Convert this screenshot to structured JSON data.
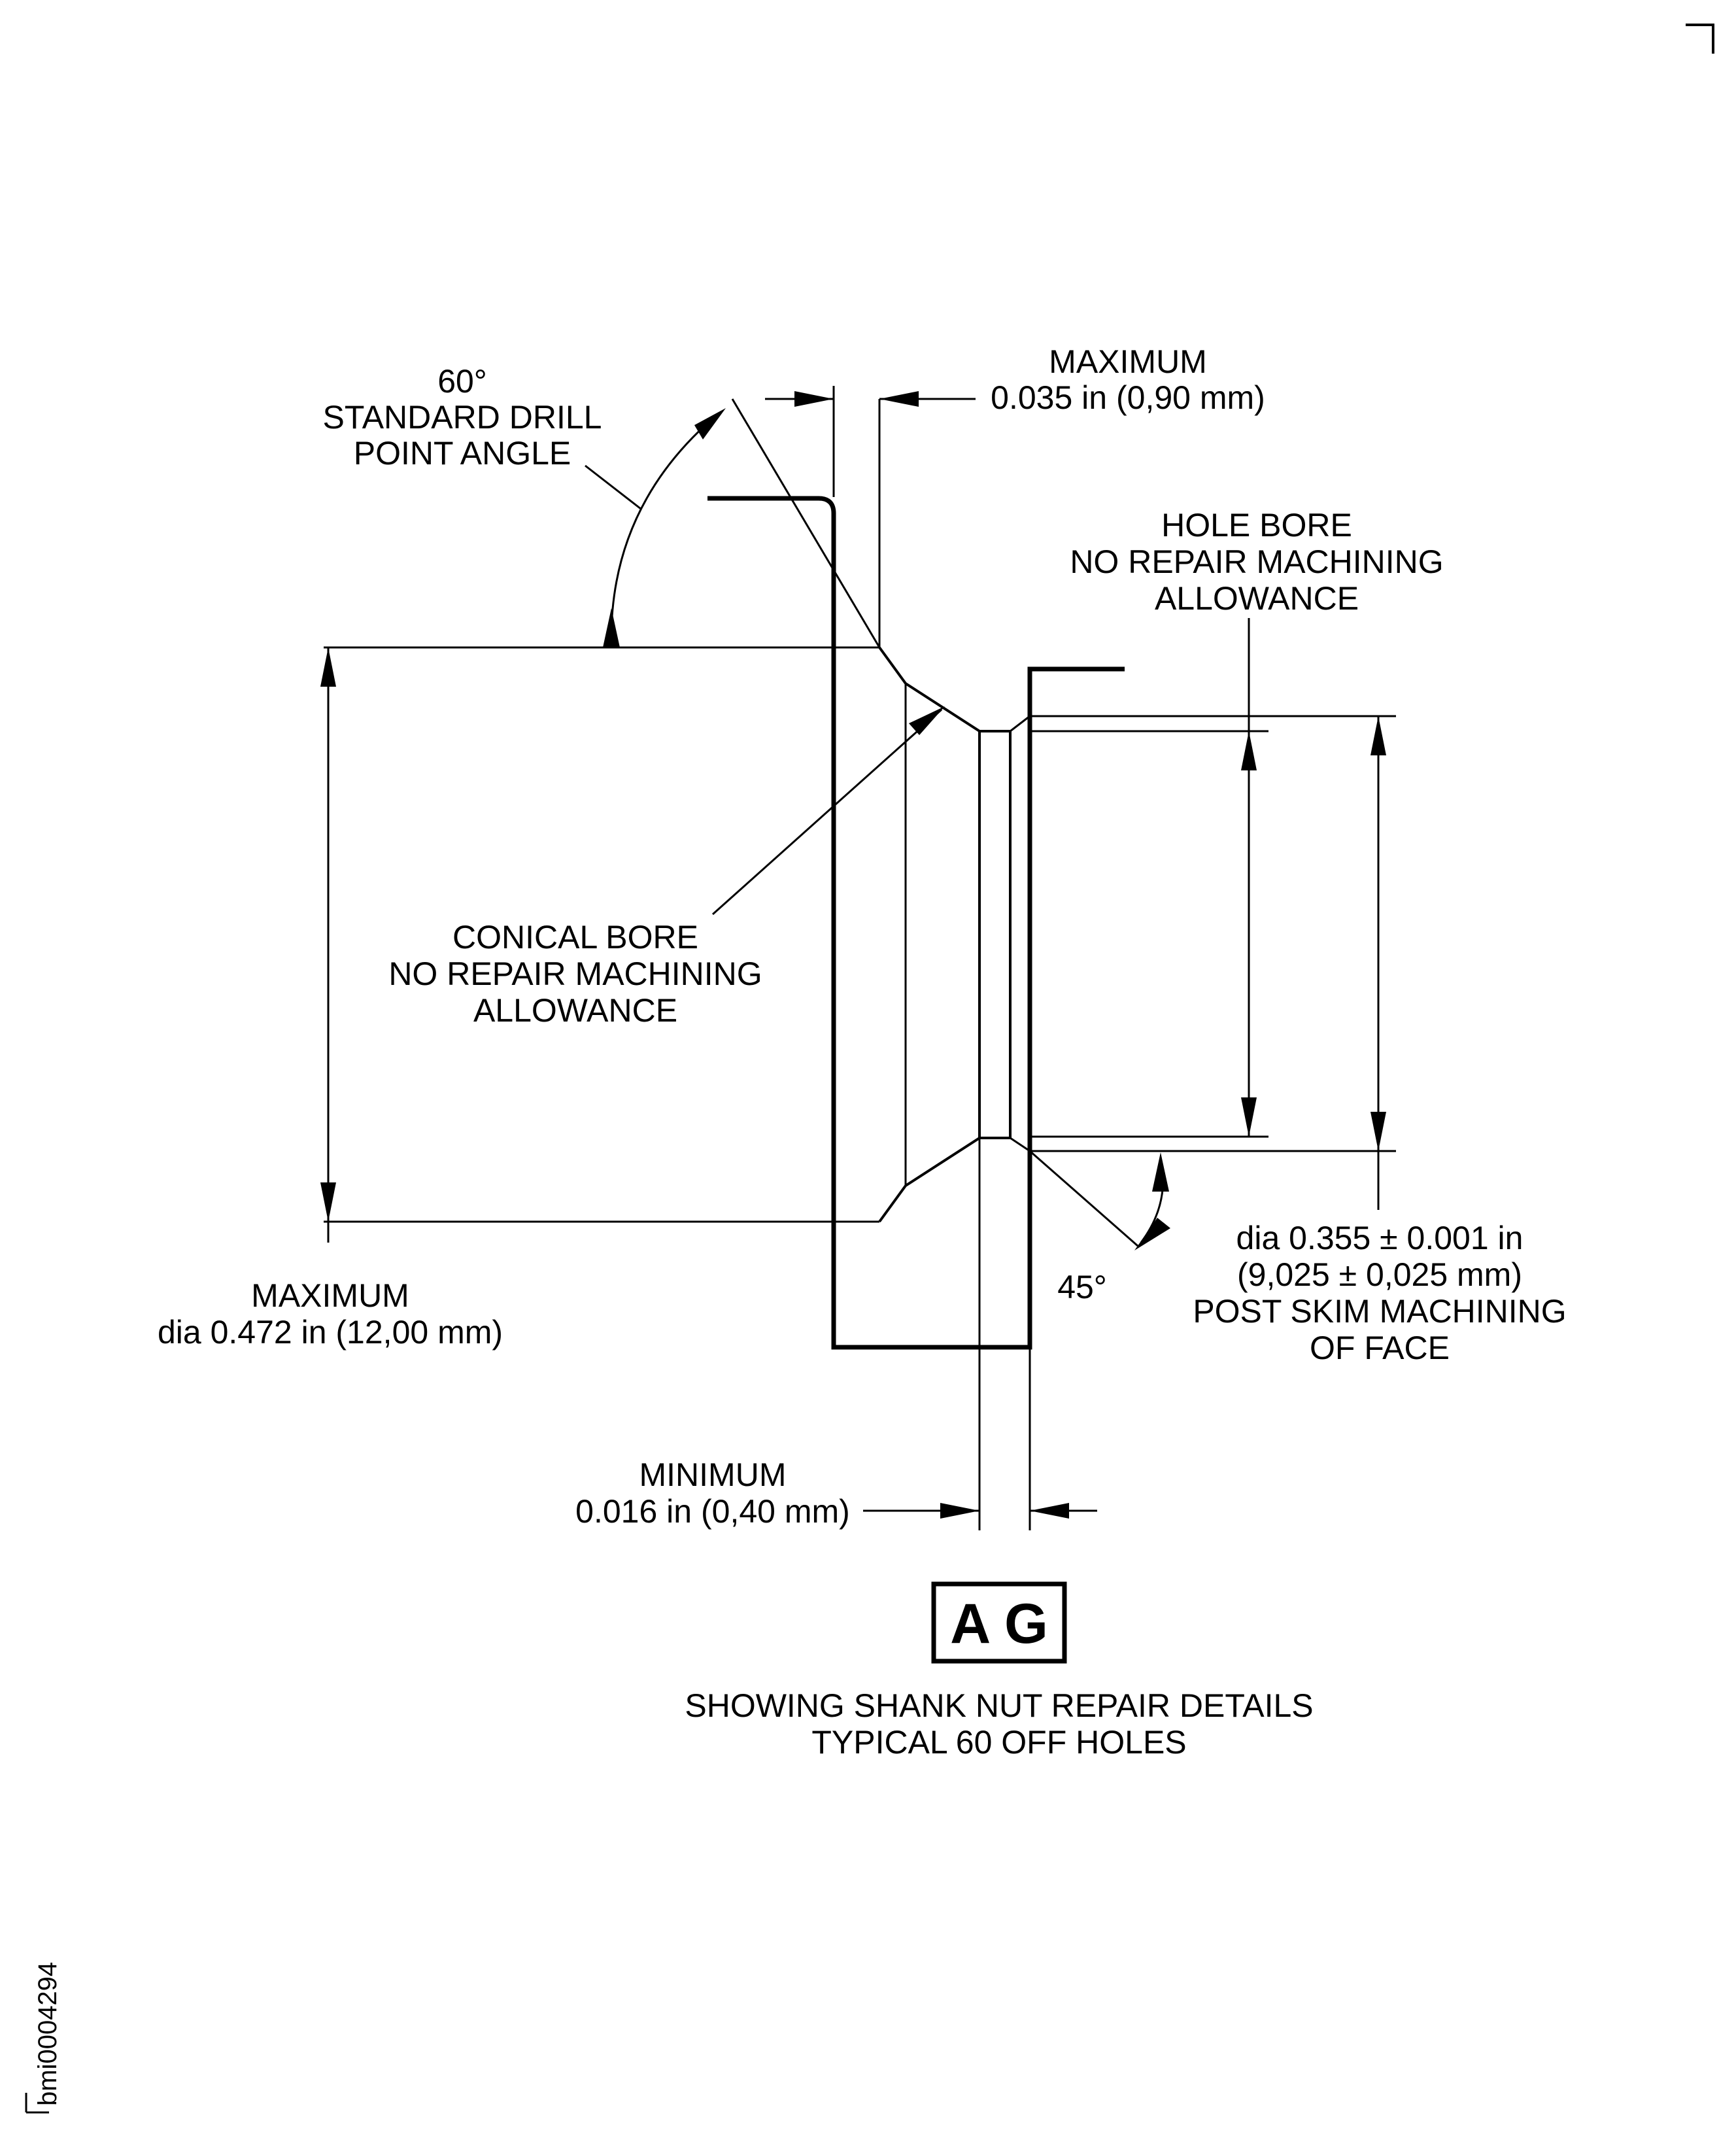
{
  "drawing": {
    "drill_angle": {
      "value": "60°",
      "line1": "STANDARD DRILL",
      "line2": "POINT ANGLE"
    },
    "face_thickness": {
      "qualifier": "MAXIMUM",
      "value": "0.035 in (0,90 mm)"
    },
    "hole_bore": {
      "line1": "HOLE BORE",
      "line2": "NO REPAIR MACHINING",
      "line3": "ALLOWANCE"
    },
    "conical_bore": {
      "line1": "CONICAL BORE",
      "line2": "NO REPAIR MACHINING",
      "line3": "ALLOWANCE"
    },
    "outer_diameter": {
      "qualifier": "MAXIMUM",
      "value": "dia 0.472 in (12,00 mm)"
    },
    "chamfer_angle": "45°",
    "skim_diameter": {
      "line1": "dia 0.355 ± 0.001 in",
      "line2": "(9,025 ± 0,025 mm)",
      "line3": "POST SKIM MACHINING",
      "line4": "OF FACE"
    },
    "land_width": {
      "qualifier": "MINIMUM",
      "value": "0.016 in (0,40 mm)"
    },
    "view_id": "A G",
    "caption": {
      "line1": "SHOWING SHANK NUT REPAIR DETAILS",
      "line2": "TYPICAL 60 OFF HOLES"
    },
    "reference_code": "bmi0004294"
  }
}
